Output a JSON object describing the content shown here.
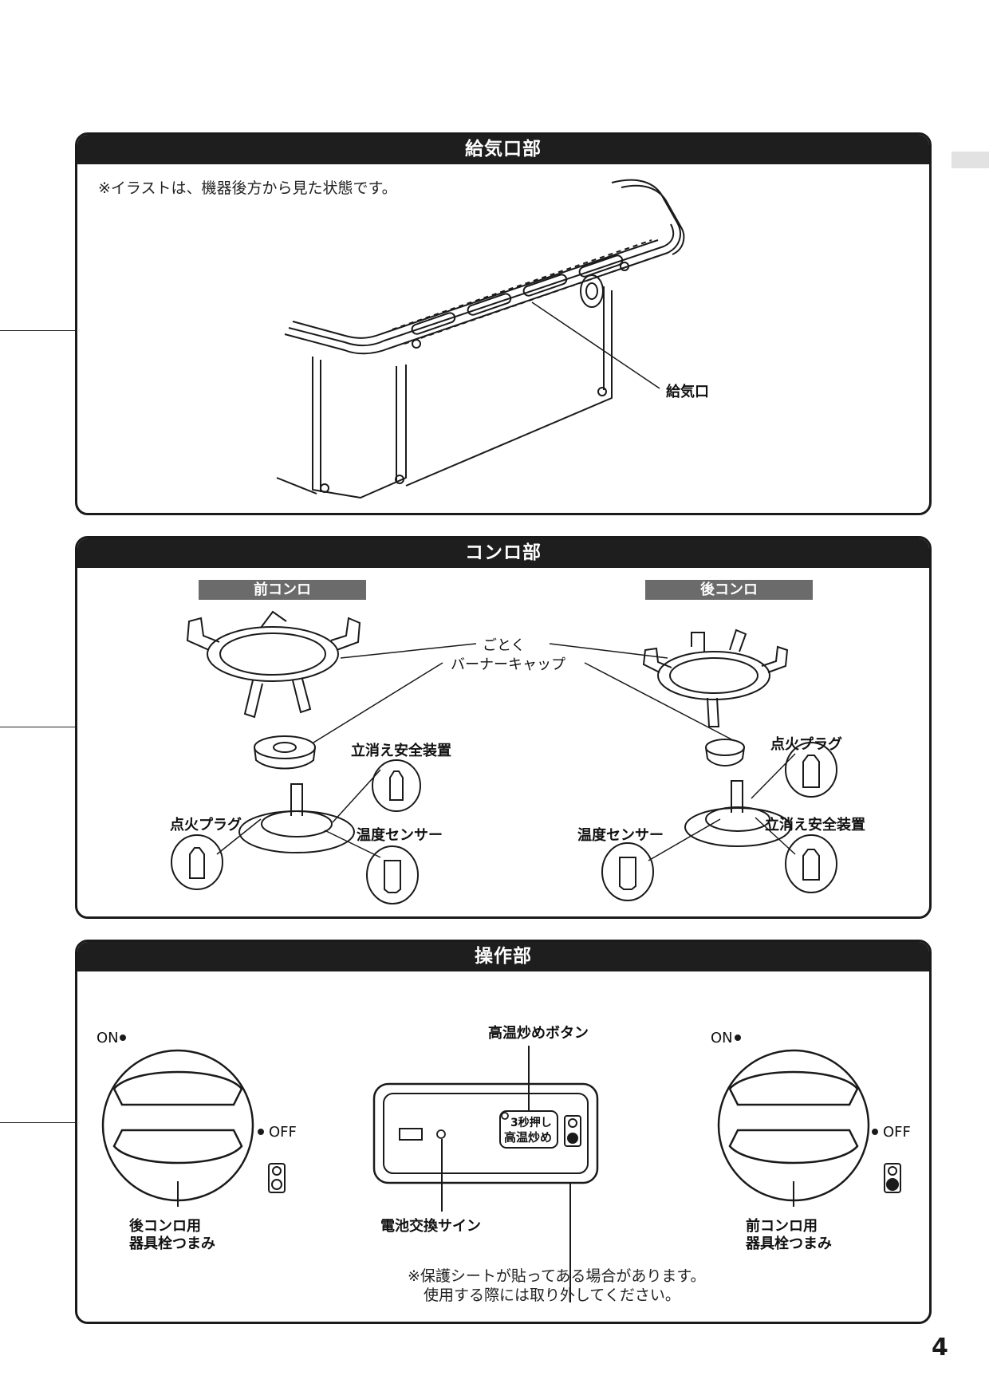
{
  "page_number": "4",
  "sections": {
    "air_intake": {
      "title": "給気口部",
      "note": "※イラストは、機器後方から見た状態です。",
      "label_air_intake": "給気口"
    },
    "burner": {
      "title": "コンロ部",
      "front_tag": "前コンロ",
      "rear_tag": "後コンロ",
      "label_trivet": "ごとく",
      "label_burner_cap": "バーナーキャップ",
      "label_flame_failure": "立消え安全装置",
      "label_ignition_plug": "点火プラグ",
      "label_temp_sensor": "温度センサー"
    },
    "control": {
      "title": "操作部",
      "on_label": "ON",
      "off_label": "OFF",
      "rear_knob_line1": "後コンロ用",
      "rear_knob_line2": "器具栓つまみ",
      "front_knob_line1": "前コンロ用",
      "front_knob_line2": "器具栓つまみ",
      "high_temp_button_label": "高温炒めボタン",
      "button_face_line1": "3秒押し",
      "button_face_line2": "高温炒め",
      "battery_sign_label": "電池交換サイン",
      "note_line1": "※保護シートが貼ってある場合があります。",
      "note_line2": "使用する際には取り外してください。"
    }
  },
  "colors": {
    "header_bg": "#1e1e1e",
    "subtag_bg": "#6b6b6b",
    "line": "#1a1a1a"
  }
}
